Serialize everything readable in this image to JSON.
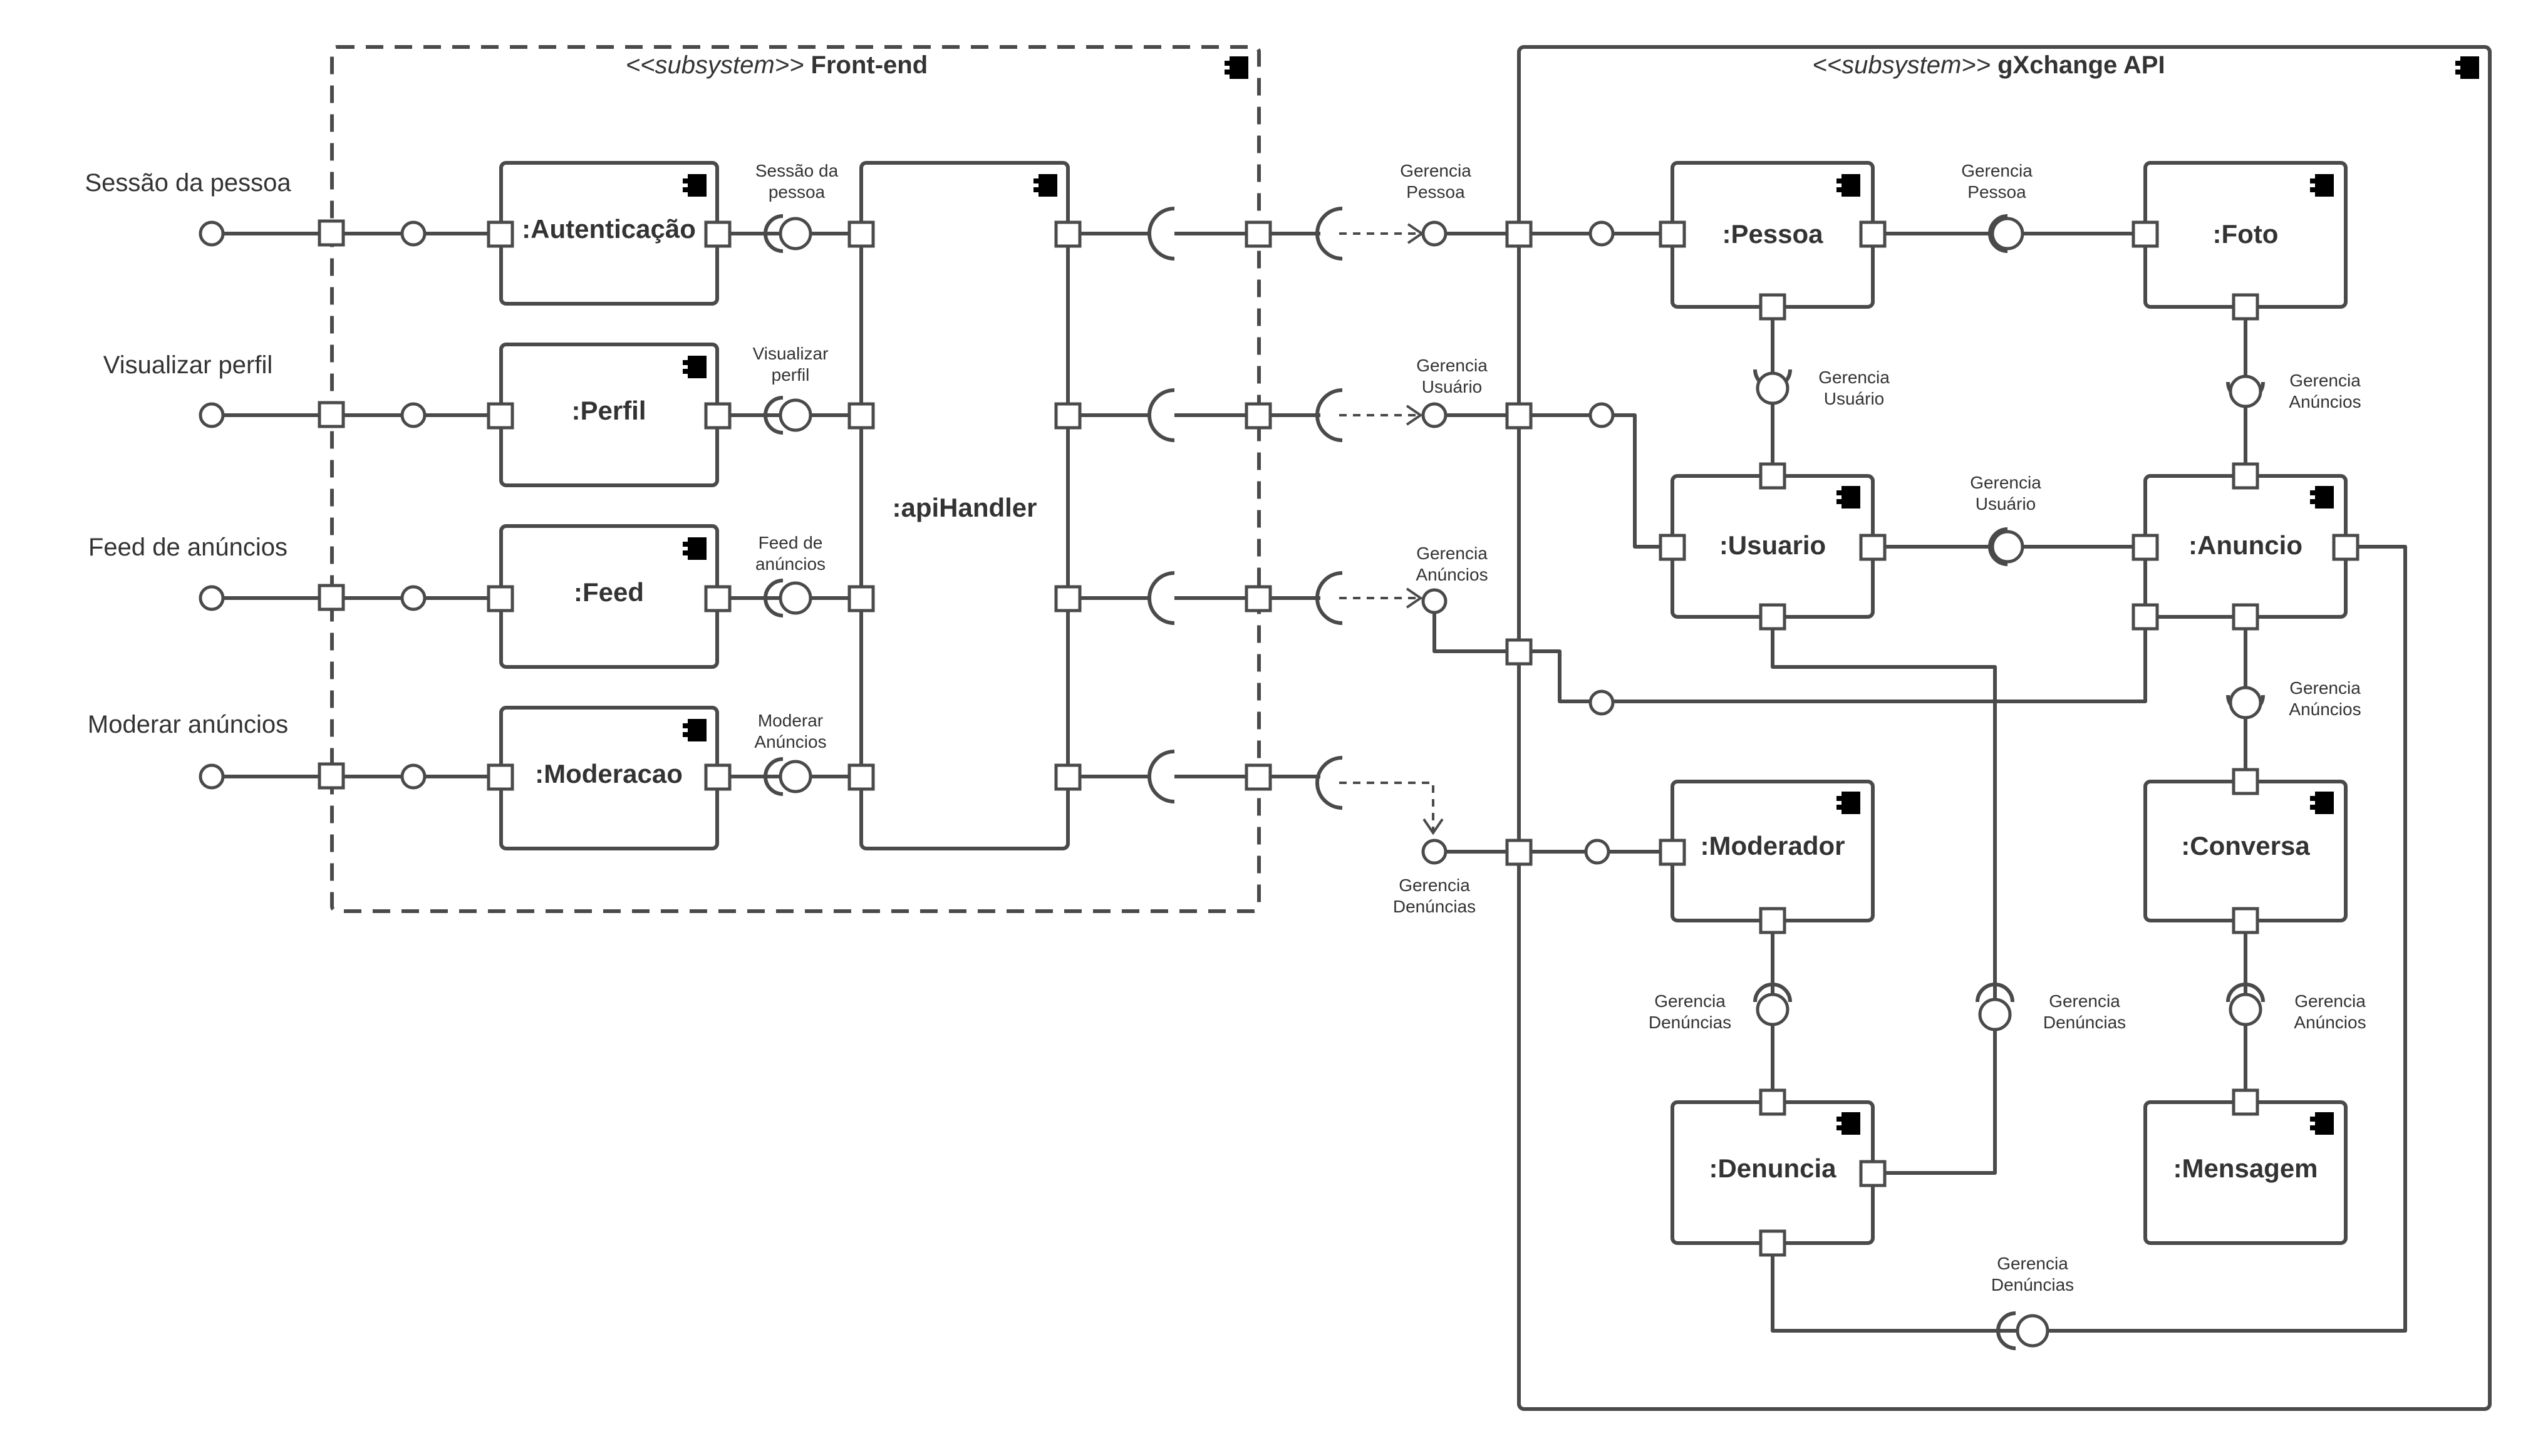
{
  "frontend": {
    "stereotype": "<<subsystem>>",
    "name": "Front-end",
    "components": {
      "autenticacao": ":Autenticação",
      "perfil": ":Perfil",
      "feed": ":Feed",
      "moderacao": ":Moderacao",
      "api_handler": ":apiHandler"
    },
    "actions": {
      "sessao": "Sessão da pessoa",
      "visualizar": "Visualizar perfil",
      "feed": "Feed de anúncios",
      "moderar": "Moderar anúncios"
    },
    "interfaces": {
      "sessao": [
        "Sessão da",
        "pessoa"
      ],
      "visualizar": [
        "Visualizar",
        "perfil"
      ],
      "feed": [
        "Feed de",
        "anúncios"
      ],
      "moderar": [
        "Moderar",
        "Anúncios"
      ]
    }
  },
  "external_interfaces": {
    "pessoa": [
      "Gerencia",
      "Pessoa"
    ],
    "usuario": [
      "Gerencia",
      "Usuário"
    ],
    "anuncios": [
      "Gerencia",
      "Anúncios"
    ],
    "denuncias": [
      "Gerencia",
      "Denúncias"
    ]
  },
  "api": {
    "stereotype": "<<subsystem>>",
    "name": "gXchange API",
    "components": {
      "pessoa": ":Pessoa",
      "foto": ":Foto",
      "usuario": ":Usuario",
      "anuncio": ":Anuncio",
      "moderador": ":Moderador",
      "conversa": ":Conversa",
      "denuncia": ":Denuncia",
      "mensagem": ":Mensagem"
    },
    "interfaces": {
      "pessoa_foto": [
        "Gerencia",
        "Pessoa"
      ],
      "pessoa_usuario": [
        "Gerencia",
        "Usuário"
      ],
      "foto_anuncio": [
        "Gerencia",
        "Anúncios"
      ],
      "usuario_anuncio": [
        "Gerencia",
        "Usuário"
      ],
      "anuncio_conversa": [
        "Gerencia",
        "Anúncios"
      ],
      "moderador_denuncia": [
        "Gerencia",
        "Denúncias"
      ],
      "denuncia_right": [
        "Gerencia",
        "Denúncias"
      ],
      "conversa_mensagem": [
        "Gerencia",
        "Anúncios"
      ],
      "denuncia_bottom": [
        "Gerencia",
        "Denúncias"
      ]
    }
  }
}
